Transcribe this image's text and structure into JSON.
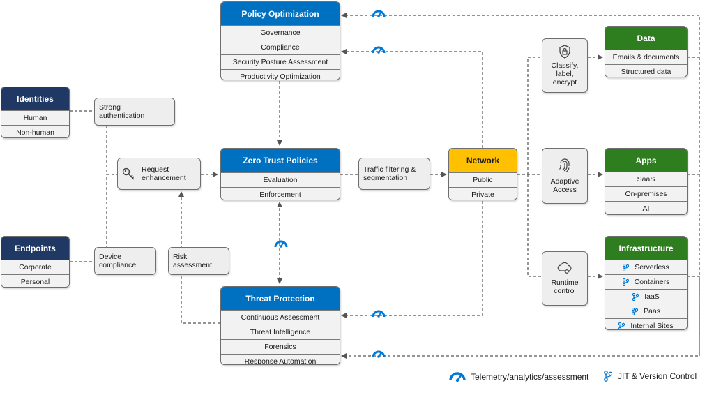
{
  "policy_optimization": {
    "title": "Policy Optimization",
    "rows": [
      "Governance",
      "Compliance",
      "Security Posture Assessment",
      "Productivity Optimization"
    ]
  },
  "identities": {
    "title": "Identities",
    "rows": [
      "Human",
      "Non-human"
    ]
  },
  "endpoints": {
    "title": "Endpoints",
    "rows": [
      "Corporate",
      "Personal"
    ]
  },
  "zero_trust": {
    "title": "Zero Trust Policies",
    "rows": [
      "Evaluation",
      "Enforcement"
    ]
  },
  "network": {
    "title": "Network",
    "rows": [
      "Public",
      "Private"
    ]
  },
  "threat_protection": {
    "title": "Threat Protection",
    "rows": [
      "Continuous Assessment",
      "Threat Intelligence",
      "Forensics",
      "Response Automation"
    ]
  },
  "data": {
    "title": "Data",
    "rows": [
      "Emails & documents",
      "Structured data"
    ]
  },
  "apps": {
    "title": "Apps",
    "rows": [
      "SaaS",
      "On-premises",
      "AI"
    ]
  },
  "infrastructure": {
    "title": "Infrastructure",
    "rows": [
      "Serverless",
      "Containers",
      "IaaS",
      "Paas",
      "Internal Sites"
    ]
  },
  "labels": {
    "strong_auth": "Strong\nauthentication",
    "request_enhancement": "Request\nenhancement",
    "device_compliance": "Device\ncompliance",
    "risk_assessment": "Risk\nassessment",
    "traffic_filtering": "Traffic filtering &\nsegmentation",
    "classify": "Classify,\nlabel,\nencrypt",
    "adaptive_access": "Adaptive\nAccess",
    "runtime_control": "Runtime\ncontrol"
  },
  "legend": {
    "telemetry": "Telemetry/analytics/assessment",
    "jit": "JIT & Version Control"
  },
  "icons": {
    "telemetry": "gauge-icon",
    "jit": "branch-icon",
    "request": "key-icon",
    "classify": "lock-shield-icon",
    "adaptive": "fingerprint-icon",
    "runtime": "cloud-gear-icon"
  },
  "colors": {
    "navy": "#1f3864",
    "blue": "#0070c0",
    "green": "#2e7d1f",
    "amber": "#ffc000",
    "telemetry": "#0078d4"
  }
}
